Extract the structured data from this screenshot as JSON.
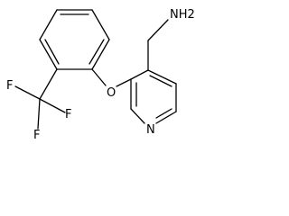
{
  "molecule": {
    "labels": {
      "amine": "NH2",
      "ether_oxygen": "O",
      "pyridine_nitrogen": "N",
      "fluorine_1": "F",
      "fluorine_2": "F",
      "fluorine_3": "F"
    }
  }
}
